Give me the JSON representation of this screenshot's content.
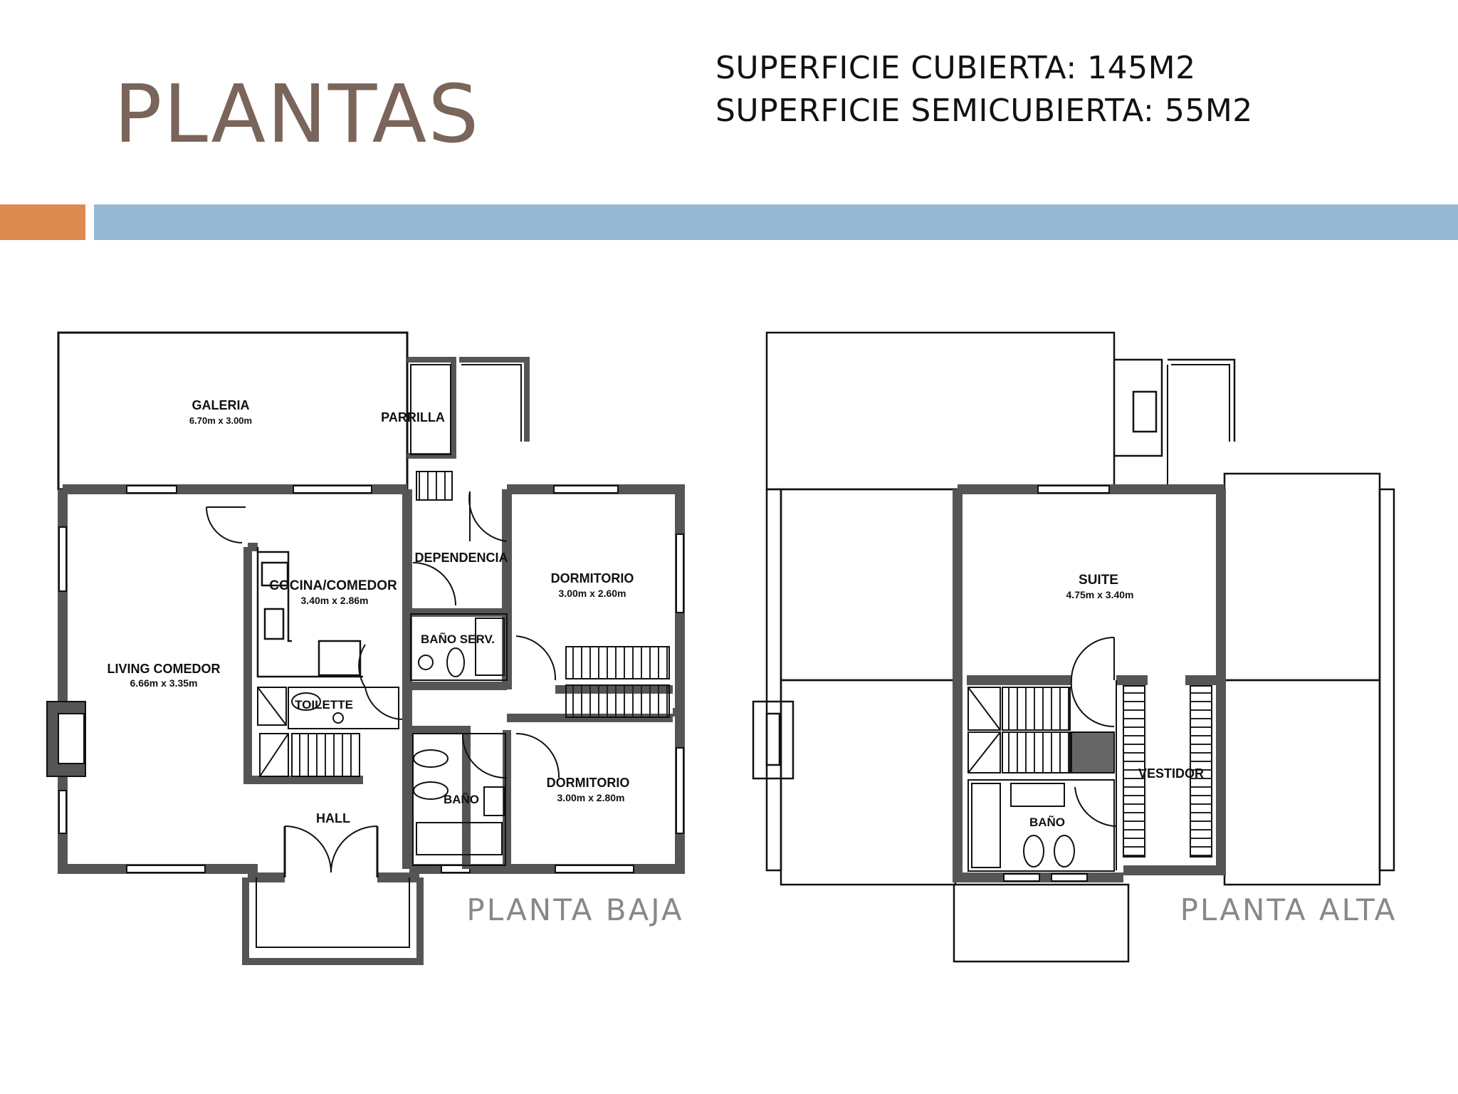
{
  "title": "PLANTAS",
  "superficie": {
    "cubierta": "SUPERFICIE CUBIERTA: 145M2",
    "semicubierta": "SUPERFICIE SEMICUBIERTA: 55M2"
  },
  "colors": {
    "accent_orange": "#dd8a4e",
    "accent_blue": "#95b8d3",
    "title": "#7a655a",
    "wall": "#555555"
  },
  "planta_baja": {
    "label": "PLANTA  BAJA",
    "rooms": {
      "galeria": {
        "name": "GALERIA",
        "dims": "6.70m x 3.00m"
      },
      "parrilla": {
        "name": "PARRILLA"
      },
      "dependencia": {
        "name": "DEPENDENCIA"
      },
      "cocina": {
        "name": "COCINA/COMEDOR",
        "dims": "3.40m x 2.86m"
      },
      "dormitorio1": {
        "name": "DORMITORIO",
        "dims": "3.00m x 2.60m"
      },
      "bano_serv": {
        "name": "BAÑO SERV."
      },
      "living": {
        "name": "LIVING COMEDOR",
        "dims": "6.66m x 3.35m"
      },
      "toilette": {
        "name": "TOILETTE"
      },
      "bano": {
        "name": "BAÑO"
      },
      "dormitorio2": {
        "name": "DORMITORIO",
        "dims": "3.00m x 2.80m"
      },
      "hall": {
        "name": "HALL"
      }
    }
  },
  "planta_alta": {
    "label": "PLANTA  ALTA",
    "rooms": {
      "suite": {
        "name": "SUITE",
        "dims": "4.75m x 3.40m"
      },
      "vestidor": {
        "name": "VESTIDOR"
      },
      "bano": {
        "name": "BAÑO"
      }
    }
  }
}
